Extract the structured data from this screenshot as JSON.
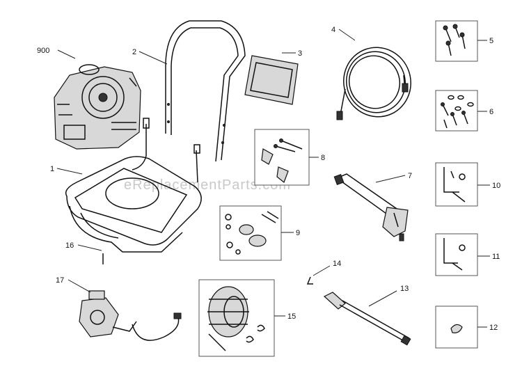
{
  "watermark": "eReplacementParts.com",
  "callouts": {
    "c900": "900",
    "c1": "1",
    "c2": "2",
    "c3": "3",
    "c4": "4",
    "c5": "5",
    "c6": "6",
    "c7": "7",
    "c8": "8",
    "c9": "9",
    "c10": "10",
    "c11": "11",
    "c12": "12",
    "c13": "13",
    "c14": "14",
    "c15": "15",
    "c16": "16",
    "c17": "17"
  }
}
